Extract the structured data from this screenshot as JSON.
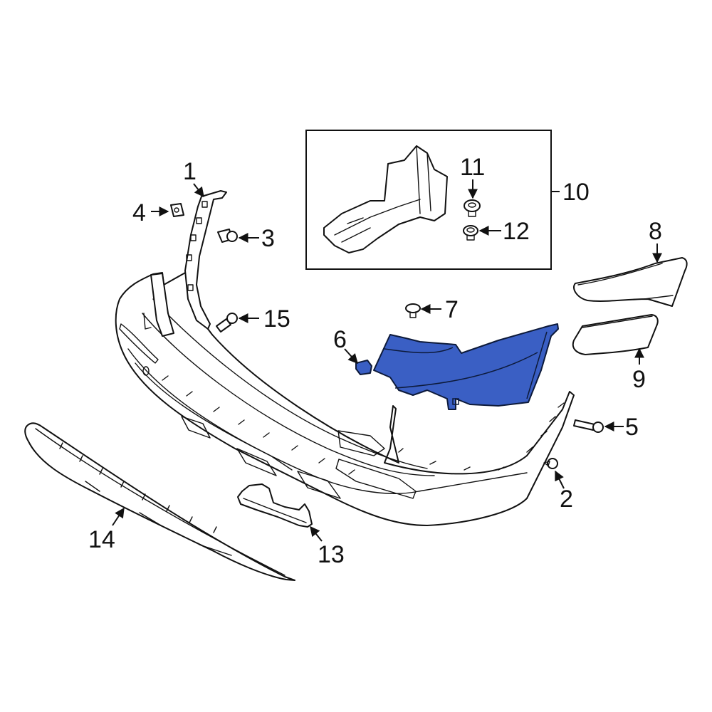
{
  "diagram": {
    "title": "Rear Bumper Assembly Exploded Parts Diagram",
    "highlight_color": "#3a5fc4",
    "line_color": "#111111",
    "background": "#ffffff",
    "highlighted_part": "6",
    "callouts": {
      "c1": "1",
      "c2": "2",
      "c3": "3",
      "c4": "4",
      "c5": "5",
      "c6": "6",
      "c7": "7",
      "c8": "8",
      "c9": "9",
      "c10": "10",
      "c11": "11",
      "c12": "12",
      "c13": "13",
      "c14": "14",
      "c15": "15"
    },
    "inset_box": {
      "label": "10",
      "contains": [
        "bracket",
        "11",
        "12"
      ]
    }
  }
}
